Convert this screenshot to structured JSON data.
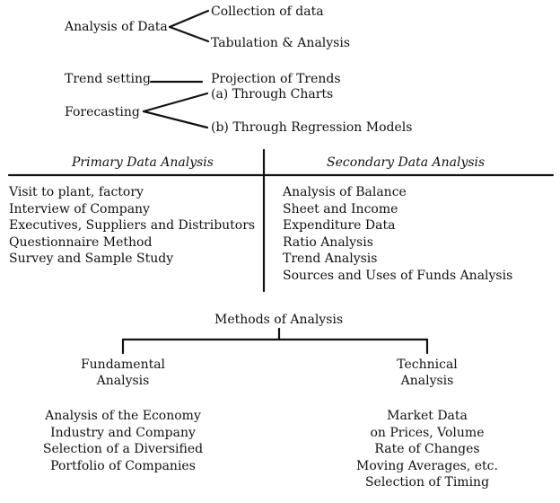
{
  "analysis_of_data": {
    "label": "Analysis of Data",
    "branches": [
      "Collection of data",
      "Tabulation & Analysis"
    ]
  },
  "trend_setting": {
    "label": "Trend setting",
    "target": "Projection of Trends"
  },
  "forecasting": {
    "label": "Forecasting",
    "branches": [
      "(a) Through Charts",
      "(b) Through Regression Models"
    ]
  },
  "primary": {
    "heading": "Primary Data Analysis",
    "items": [
      "Visit to plant, factory",
      "Interview of Company",
      "Executives, Suppliers and Distributors",
      "Questionnaire Method",
      "Survey and Sample Study"
    ]
  },
  "secondary": {
    "heading": "Secondary Data Analysis",
    "items": [
      "Analysis of Balance",
      "Sheet and Income",
      "Expenditure Data",
      "Ratio Analysis",
      "Trend Analysis",
      "Sources and Uses of Funds Analysis"
    ]
  },
  "methods": {
    "title": "Methods of Analysis",
    "fundamental": {
      "title_line1": "Fundamental",
      "title_line2": "Analysis",
      "items": [
        "Analysis of the Economy",
        "Industry and Company",
        "Selection of a Diversified",
        "Portfolio of Companies"
      ]
    },
    "technical": {
      "title_line1": "Technical",
      "title_line2": "Analysis",
      "items": [
        "Market Data",
        "on Prices, Volume",
        "Rate of Changes",
        "Moving Averages, etc.",
        "Selection of Timing"
      ]
    }
  }
}
